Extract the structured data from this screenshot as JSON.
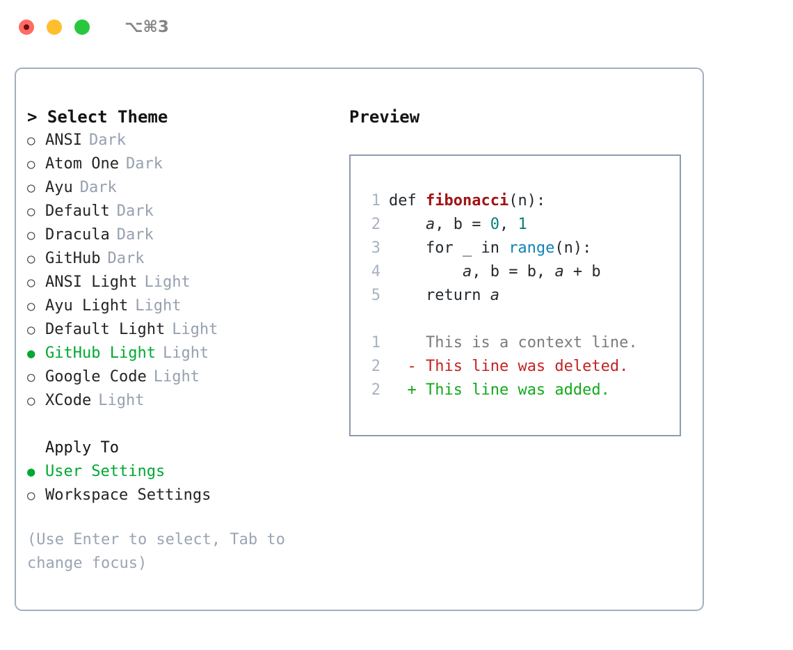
{
  "titlebar": {
    "shortcut": "⌥⌘3",
    "dots": [
      {
        "name": "close",
        "color": "#ff6b63"
      },
      {
        "name": "minimize",
        "color": "#ffbe2e"
      },
      {
        "name": "maximize",
        "color": "#29c73f"
      }
    ]
  },
  "colors": {
    "selected_green": "#00a832",
    "tag_gray": "#96a0b0",
    "border": "#a3afbf",
    "hint_gray": "#9aa5b4"
  },
  "theme_panel": {
    "header": "> Select Theme",
    "items": [
      {
        "bullet": "○",
        "label": "ANSI",
        "tag": "Dark",
        "selected": false
      },
      {
        "bullet": "○",
        "label": "Atom One",
        "tag": "Dark",
        "selected": false
      },
      {
        "bullet": "○",
        "label": "Ayu",
        "tag": "Dark",
        "selected": false
      },
      {
        "bullet": "○",
        "label": "Default",
        "tag": "Dark",
        "selected": false
      },
      {
        "bullet": "○",
        "label": "Dracula",
        "tag": "Dark",
        "selected": false
      },
      {
        "bullet": "○",
        "label": "GitHub",
        "tag": "Dark",
        "selected": false
      },
      {
        "bullet": "○",
        "label": "ANSI Light",
        "tag": "Light",
        "selected": false
      },
      {
        "bullet": "○",
        "label": "Ayu Light",
        "tag": "Light",
        "selected": false
      },
      {
        "bullet": "○",
        "label": "Default Light",
        "tag": "Light",
        "selected": false
      },
      {
        "bullet": "●",
        "label": "GitHub Light",
        "tag": "Light",
        "selected": true
      },
      {
        "bullet": "○",
        "label": "Google Code",
        "tag": "Light",
        "selected": false
      },
      {
        "bullet": "○",
        "label": "XCode",
        "tag": "Light",
        "selected": false
      }
    ]
  },
  "apply_to": {
    "header": "Apply To",
    "items": [
      {
        "bullet": "●",
        "label": "User Settings",
        "selected": true
      },
      {
        "bullet": "○",
        "label": "Workspace Settings",
        "selected": false
      }
    ]
  },
  "hint": "(Use Enter to select, Tab to change focus)",
  "preview": {
    "title": "Preview",
    "code_lines": [
      {
        "num": "1",
        "tokens": [
          {
            "t": "def ",
            "c": "kw"
          },
          {
            "t": "fibonacci",
            "c": "fn"
          },
          {
            "t": "(n):",
            "c": "plain"
          }
        ]
      },
      {
        "num": "2",
        "tokens": [
          {
            "t": "    ",
            "c": "plain"
          },
          {
            "t": "a",
            "c": "var"
          },
          {
            "t": ", ",
            "c": "plain"
          },
          {
            "t": "b",
            "c": "plain"
          },
          {
            "t": " = ",
            "c": "plain"
          },
          {
            "t": "0",
            "c": "num"
          },
          {
            "t": ", ",
            "c": "plain"
          },
          {
            "t": "1",
            "c": "num"
          }
        ]
      },
      {
        "num": "3",
        "tokens": [
          {
            "t": "    for _ in ",
            "c": "plain"
          },
          {
            "t": "range",
            "c": "call"
          },
          {
            "t": "(n):",
            "c": "plain"
          }
        ]
      },
      {
        "num": "4",
        "tokens": [
          {
            "t": "        ",
            "c": "plain"
          },
          {
            "t": "a",
            "c": "var"
          },
          {
            "t": ", b = b, ",
            "c": "plain"
          },
          {
            "t": "a",
            "c": "var"
          },
          {
            "t": " + b",
            "c": "plain"
          }
        ]
      },
      {
        "num": "5",
        "tokens": [
          {
            "t": "    return ",
            "c": "plain"
          },
          {
            "t": "a",
            "c": "var"
          }
        ]
      }
    ],
    "diff_lines": [
      {
        "num": "1",
        "marker": " ",
        "text": " This is a context line.",
        "kind": "ctx"
      },
      {
        "num": "2",
        "marker": "-",
        "text": " This line was deleted.",
        "kind": "del"
      },
      {
        "num": "2",
        "marker": "+",
        "text": " This line was added.",
        "kind": "add"
      }
    ]
  }
}
